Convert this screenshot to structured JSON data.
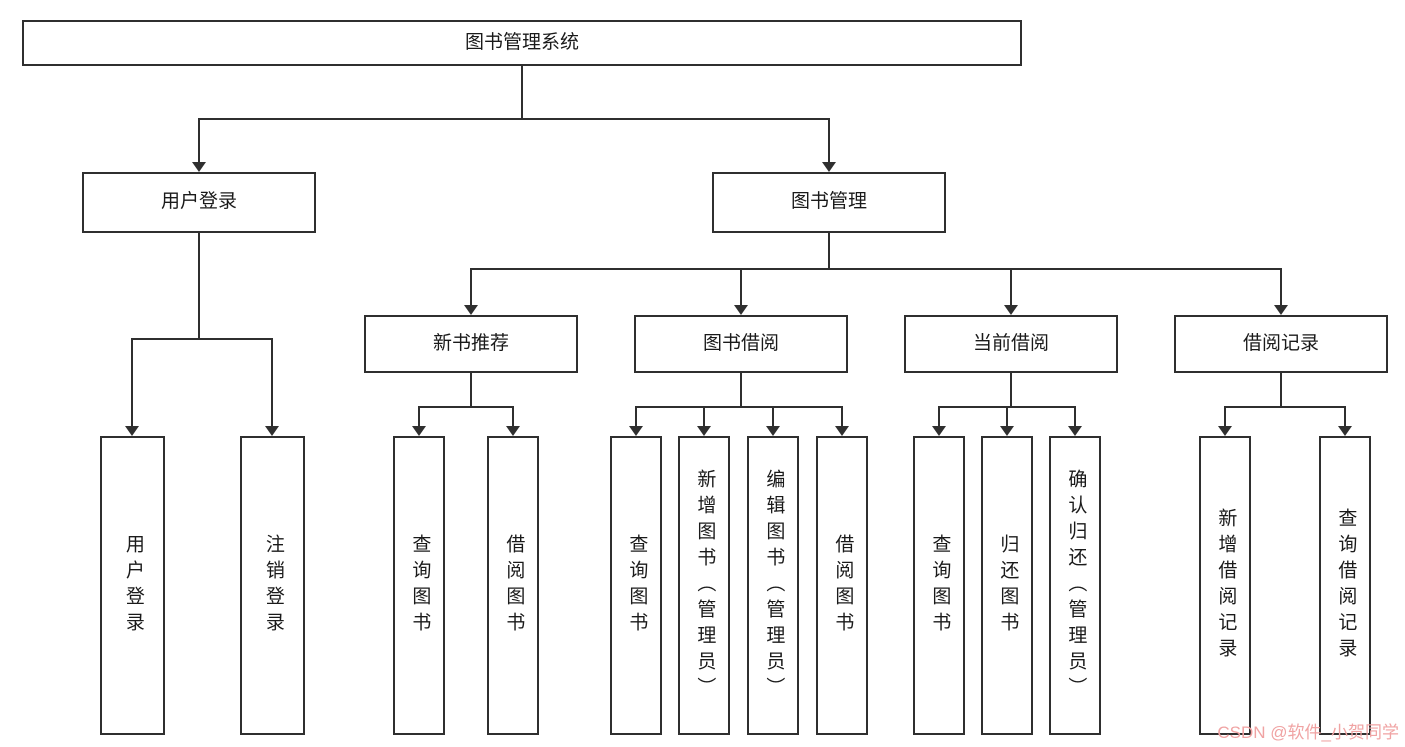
{
  "diagram": {
    "title": "图书管理系统",
    "children": [
      {
        "label": "用户登录",
        "children": [
          {
            "label": "用户登录"
          },
          {
            "label": "注销登录"
          }
        ]
      },
      {
        "label": "图书管理",
        "children": [
          {
            "label": "新书推荐",
            "children": [
              {
                "label": "查询图书"
              },
              {
                "label": "借阅图书"
              }
            ]
          },
          {
            "label": "图书借阅",
            "children": [
              {
                "label": "查询图书"
              },
              {
                "label": "新增图书（管理员）"
              },
              {
                "label": "编辑图书（管理员）"
              },
              {
                "label": "借阅图书"
              }
            ]
          },
          {
            "label": "当前借阅",
            "children": [
              {
                "label": "查询图书"
              },
              {
                "label": "归还图书"
              },
              {
                "label": "确认归还（管理员）"
              }
            ]
          },
          {
            "label": "借阅记录",
            "children": [
              {
                "label": "新增借阅记录"
              },
              {
                "label": "查询借阅记录"
              }
            ]
          }
        ]
      }
    ]
  },
  "watermark": {
    "text": "CSDN @软件_小贺同学"
  },
  "colors": {
    "line": "#2f2f2f",
    "box_border": "#2f2f2f",
    "watermark": "#f0a3a3",
    "background": "#ffffff"
  }
}
